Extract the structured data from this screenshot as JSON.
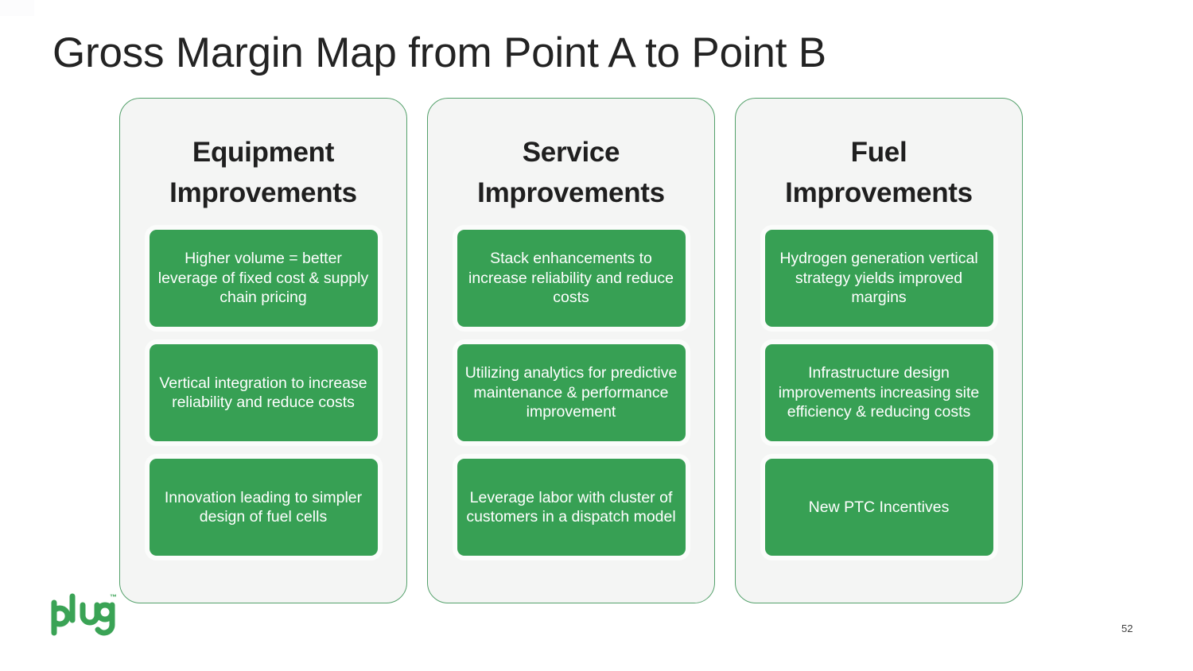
{
  "slide": {
    "title": "Gross Margin Map from Point A to Point B",
    "page_number": "52",
    "background_color": "#ffffff"
  },
  "theme": {
    "panel_background": "#f4f5f4",
    "panel_border": "#53a06a",
    "card_green": "#37a054",
    "card_text_color": "#ffffff",
    "header_text_color": "#1f1f1f",
    "title_text_color": "#232323",
    "brand_green": "#3aa355"
  },
  "logo": {
    "wordmark": "plug",
    "trademark": "™"
  },
  "columns": [
    {
      "header_line1": "Equipment",
      "header_line2": "Improvements",
      "cards": [
        {
          "text": "Higher volume = better leverage of fixed cost & supply chain pricing"
        },
        {
          "text": "Vertical integration to increase reliability and reduce costs"
        },
        {
          "text": "Innovation leading to simpler design of fuel cells"
        }
      ]
    },
    {
      "header_line1": "Service",
      "header_line2": "Improvements",
      "cards": [
        {
          "text": "Stack enhancements to increase reliability and reduce costs"
        },
        {
          "text": "Utilizing analytics for predictive maintenance & performance improvement"
        },
        {
          "text": "Leverage labor with cluster of customers in a dispatch model"
        }
      ]
    },
    {
      "header_line1": "Fuel",
      "header_line2": "Improvements",
      "cards": [
        {
          "text": "Hydrogen generation vertical strategy yields improved margins"
        },
        {
          "text": "Infrastructure design improvements increasing site efficiency & reducing costs"
        },
        {
          "text": "New PTC Incentives"
        }
      ]
    }
  ]
}
